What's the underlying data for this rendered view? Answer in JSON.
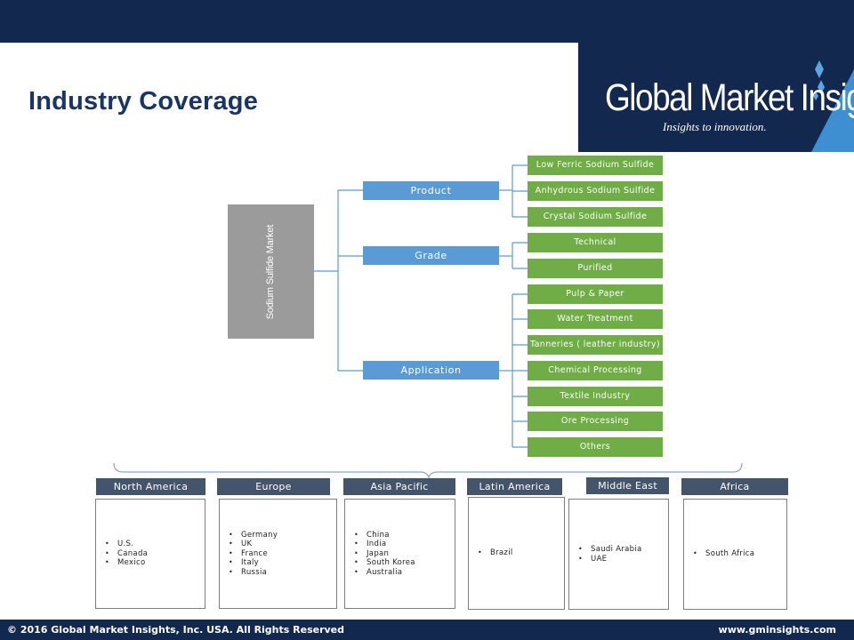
{
  "header": {
    "title": "Industry Coverage"
  },
  "logo": {
    "name": "Global Market Insights",
    "tagline": "Insights to innovation.",
    "colors": {
      "background": "#12284f",
      "accent": "#3d8fd1"
    }
  },
  "tree": {
    "root": "Sodium Sulfide Market",
    "categories": [
      {
        "label": "Product",
        "items": [
          "Low Ferric Sodium Sulfide",
          "Anhydrous Sodium Sulfide",
          "Crystal Sodium Sulfide"
        ]
      },
      {
        "label": "Grade",
        "items": [
          "Technical",
          "Purified"
        ]
      },
      {
        "label": "Application",
        "items": [
          "Pulp & Paper",
          "Water Treatment",
          "Tanneries ( leather industry)",
          "Chemical Processing",
          "Textile Industry",
          "Ore Processing",
          "Others"
        ]
      }
    ]
  },
  "regions": [
    {
      "name": "North America",
      "countries": [
        "U.S.",
        "Canada",
        "Mexico"
      ]
    },
    {
      "name": "Europe",
      "countries": [
        "Germany",
        "UK",
        "France",
        "Italy",
        "Russia"
      ]
    },
    {
      "name": "Asia Pacific",
      "countries": [
        "China",
        "India",
        "Japan",
        "South Korea",
        "Australia"
      ]
    },
    {
      "name": "Latin America",
      "countries": [
        "Brazil"
      ]
    },
    {
      "name": "Middle East",
      "countries": [
        "Saudi Arabia",
        "UAE"
      ]
    },
    {
      "name": "Africa",
      "countries": [
        "South Africa"
      ]
    }
  ],
  "footer": {
    "copyright": "© 2016 Global Market Insights, Inc. USA.  All Rights Reserved",
    "website": "www.gminsights.com"
  },
  "colors": {
    "navy": "#12284f",
    "title": "#1a3466",
    "root_box": "#9b9b9b",
    "category_box": "#5b9bd5",
    "leaf_box": "#70ad47",
    "region_header": "#44546a"
  }
}
